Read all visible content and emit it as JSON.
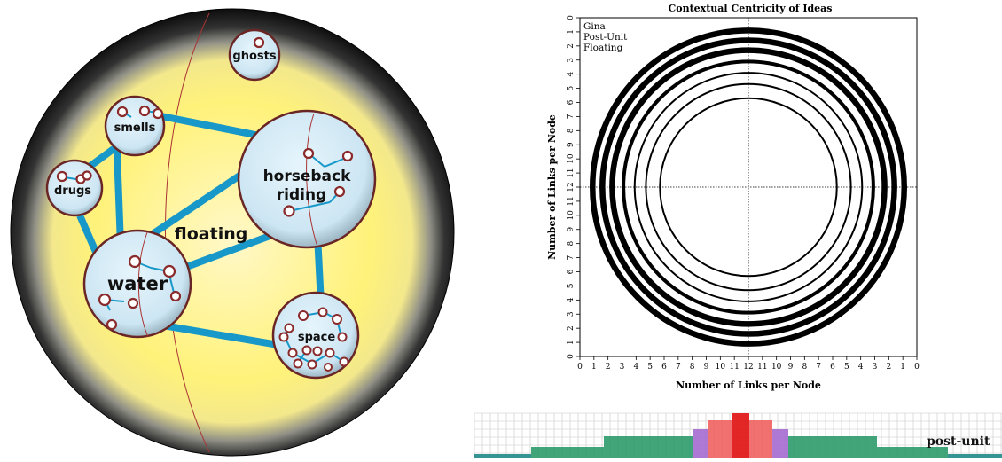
{
  "concept_map": {
    "central_label": "floating",
    "clusters": [
      {
        "id": "ghosts",
        "label": "ghosts"
      },
      {
        "id": "smells",
        "label": "smells"
      },
      {
        "id": "drugs",
        "label": "drugs"
      },
      {
        "id": "horseback",
        "label_line1": "horseback",
        "label_line2": "riding"
      },
      {
        "id": "water",
        "label": "water"
      },
      {
        "id": "space",
        "label": "space"
      }
    ],
    "colors": {
      "outer_ring": "#1a1a1a",
      "background_glow": "#fff200",
      "cluster_fill": "#d6ecf7",
      "cluster_border": "#7a2a2a",
      "link": "#1798c9",
      "node_ring": "#8a2a2a"
    }
  },
  "chart": {
    "title": "Contextual Centricity of Ideas",
    "legend": [
      "Gina",
      "Post-Unit",
      "Floating"
    ],
    "xlabel": "Number of Links per Node",
    "ylabel": "Number of Links per Node",
    "x_ticks": [
      "0",
      "1",
      "2",
      "3",
      "4",
      "5",
      "6",
      "7",
      "8",
      "9",
      "10",
      "11",
      "12",
      "11",
      "10",
      "9",
      "8",
      "7",
      "6",
      "5",
      "4",
      "3",
      "2",
      "1",
      "0"
    ],
    "y_ticks": [
      "0",
      "1",
      "2",
      "3",
      "4",
      "5",
      "6",
      "7",
      "8",
      "9",
      "10",
      "11",
      "12",
      "11",
      "10",
      "9",
      "8",
      "7",
      "6",
      "5",
      "4",
      "3",
      "2",
      "1",
      "0"
    ]
  },
  "chart_data": {
    "type": "concentric-rings",
    "title": "Contextual Centricity of Ideas",
    "xlabel": "Number of Links per Node",
    "ylabel": "Number of Links per Node",
    "center": 12,
    "rings": [
      {
        "radius": 11.1,
        "weight": "heavy"
      },
      {
        "radius": 10.4,
        "weight": "heavy"
      },
      {
        "radius": 9.7,
        "weight": "heavy"
      },
      {
        "radius": 8.9,
        "weight": "medium"
      },
      {
        "radius": 8.1,
        "weight": "light"
      },
      {
        "radius": 7.3,
        "weight": "light"
      },
      {
        "radius": 6.3,
        "weight": "light"
      }
    ]
  },
  "strip": {
    "label": "post-unit",
    "colors": {
      "teal": "#1f8a8a",
      "green": "#2e9a6a",
      "purple": "#a46ad0",
      "pink": "#f06060",
      "red": "#e01010",
      "grid": "#c8c8c8"
    }
  }
}
